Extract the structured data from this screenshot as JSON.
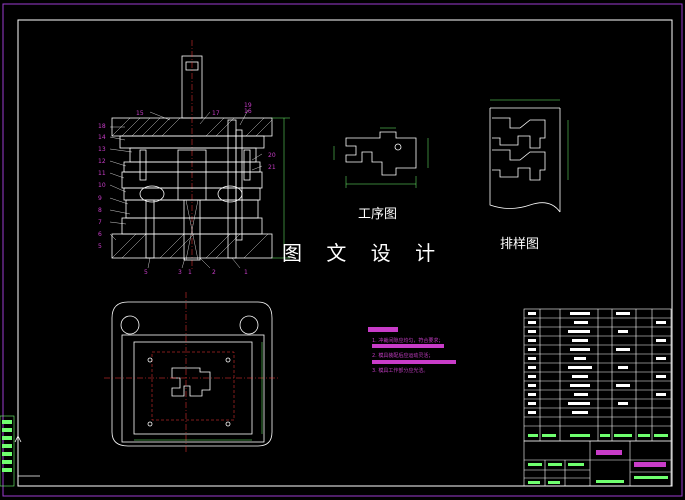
{
  "labels": {
    "process_drawing": "工序图",
    "layout_drawing": "排样图",
    "drawing_design": "图 文 设 计"
  },
  "part_numbers_left": [
    "18",
    "14",
    "13",
    "12",
    "11",
    "10",
    "9",
    "8",
    "7",
    "6",
    "5"
  ],
  "part_numbers_top": [
    "15",
    "17",
    "19",
    "16"
  ],
  "part_numbers_right": [
    "20",
    "21"
  ],
  "part_numbers_bottom": [
    "5",
    "3",
    "1",
    "2",
    "1"
  ],
  "notes": [
    "1. 冲裁间隙应均匀，符合要求；",
    "2. 模具装配后应运动灵活；",
    "3. 模具工作部分应光洁。"
  ],
  "colors": {
    "background": "#000000",
    "line": "#ffffff",
    "dimension": "#6fff6f",
    "annotation": "#c83cc8",
    "centerline": "#ff3b3b",
    "frame": "#9b3bd0"
  },
  "icons": [
    "ucs-axis-icon"
  ]
}
